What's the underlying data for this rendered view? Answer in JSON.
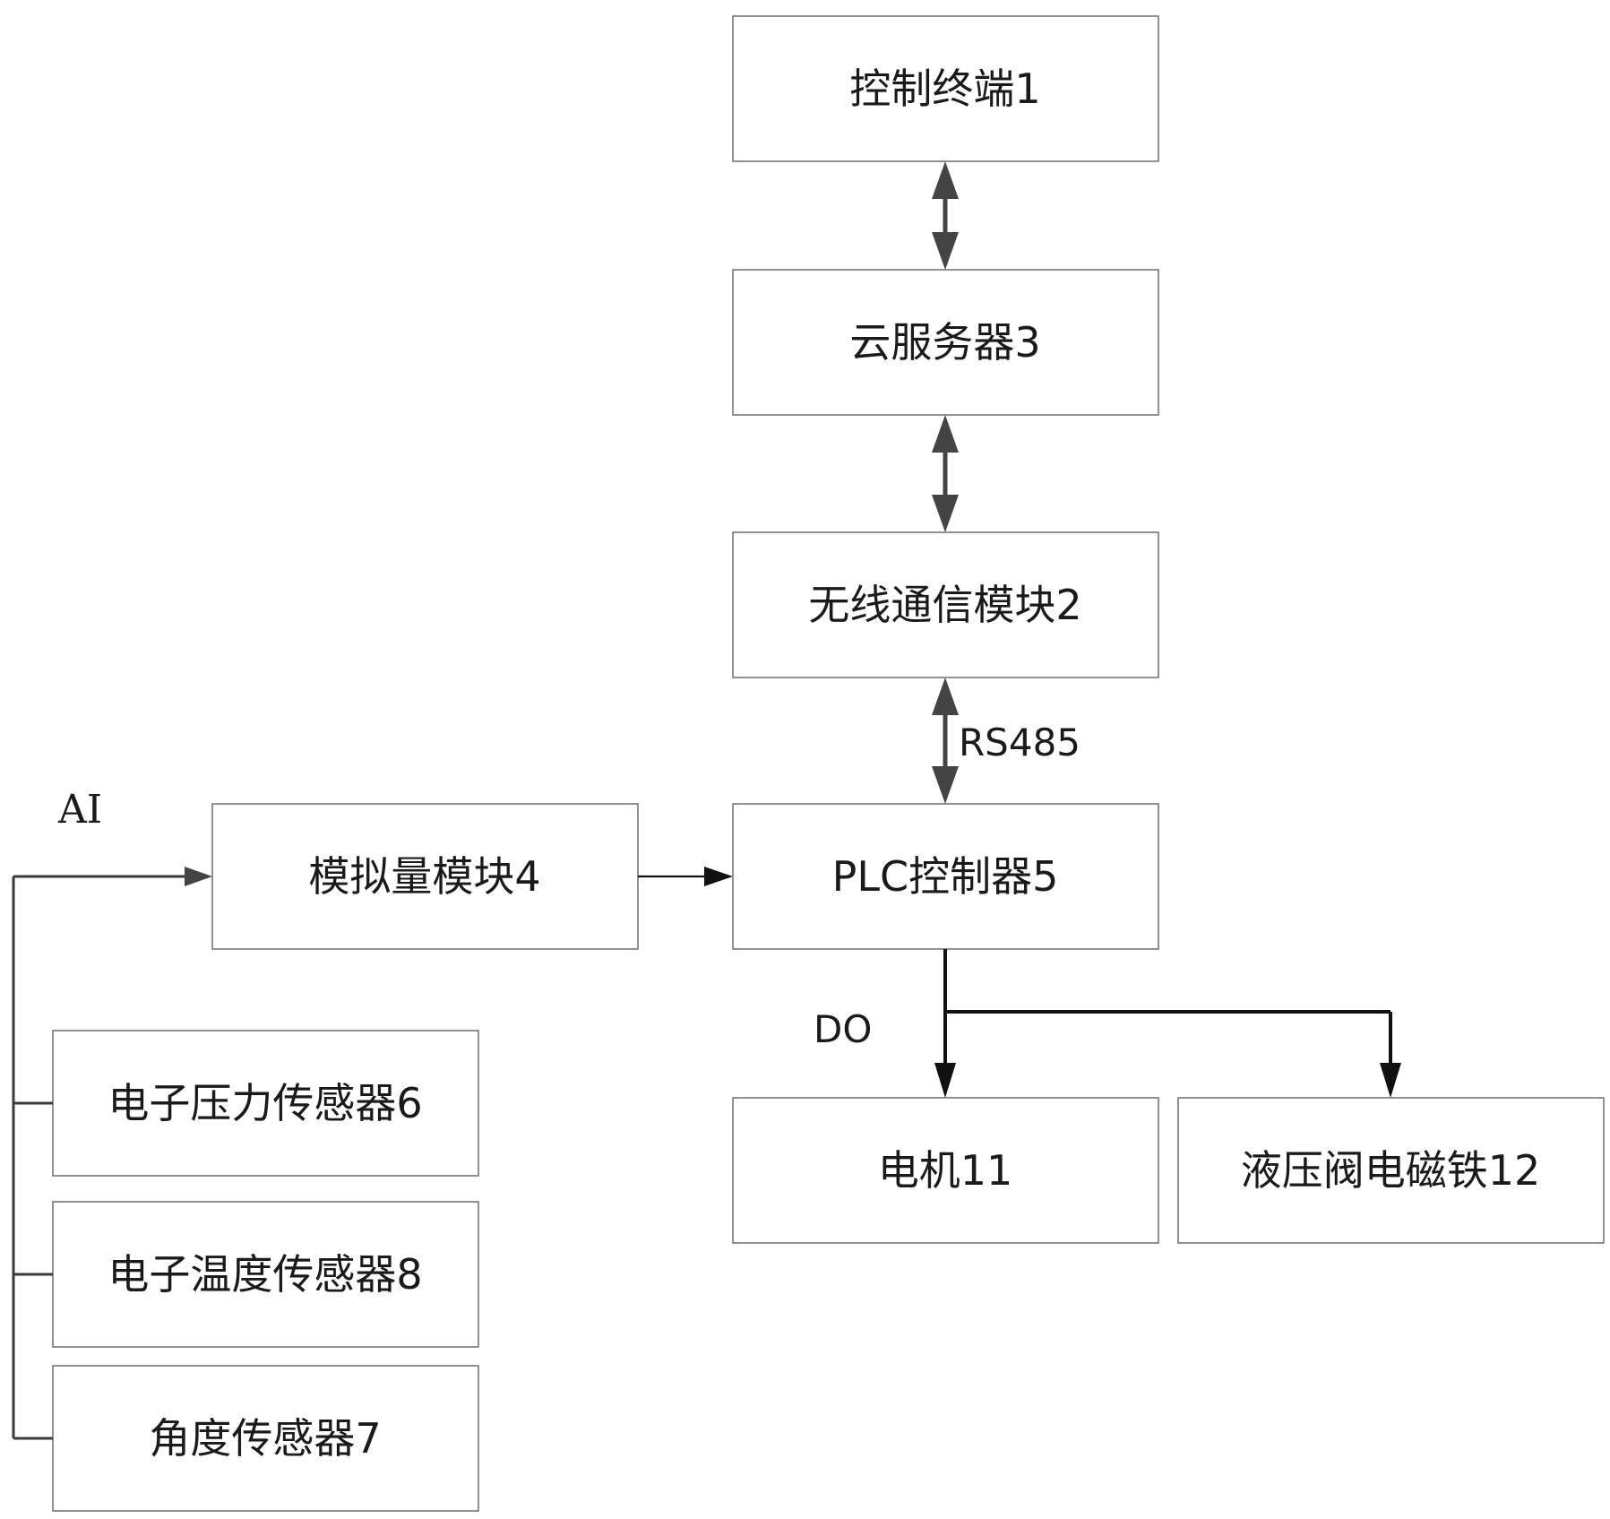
{
  "nodes": {
    "control_terminal": "控制终端1",
    "cloud_server": "云服务器3",
    "wireless_module": "无线通信模块2",
    "plc_controller": "PLC控制器5",
    "analog_module": "模拟量模块4",
    "pressure_sensor": "电子压力传感器6",
    "temperature_sensor": "电子温度传感器8",
    "angle_sensor": "角度传感器7",
    "motor": "电机11",
    "hydraulic_valve_solenoid": "液压阀电磁铁12"
  },
  "edge_labels": {
    "rs485": "RS485",
    "ai": "AI",
    "do": "DO"
  },
  "colors": {
    "box_border": "#6e6e6e",
    "connector_dark": "#444444",
    "connector_black": "#111111",
    "text": "#1a1a1a"
  }
}
